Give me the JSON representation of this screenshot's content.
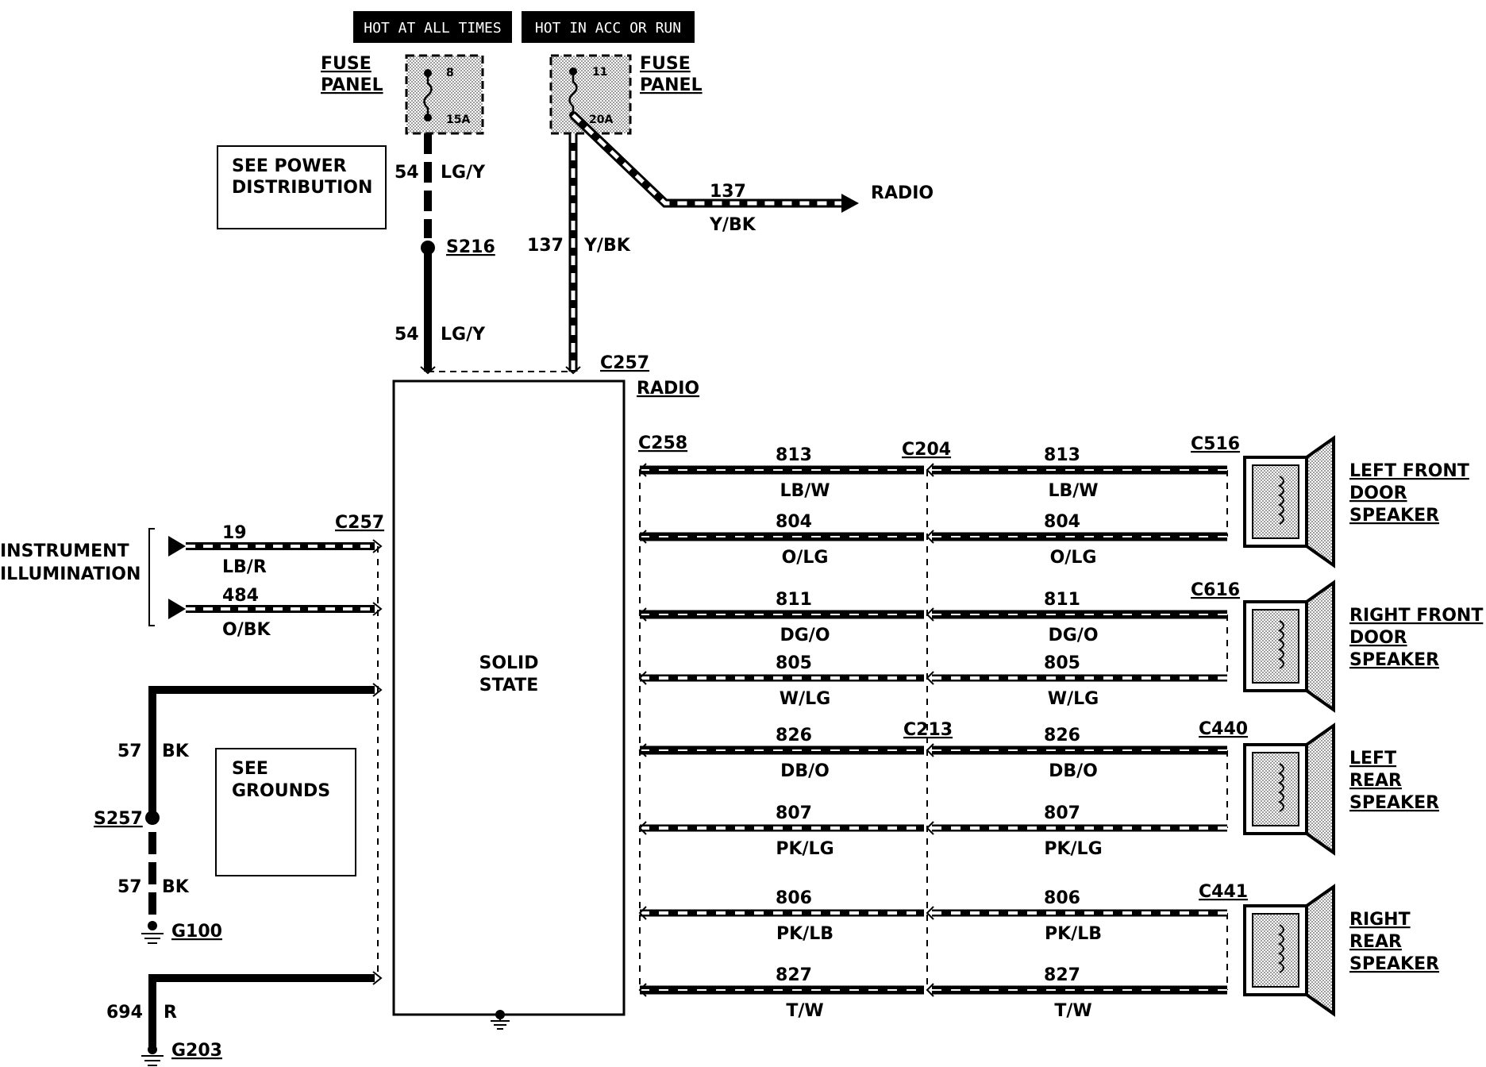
{
  "headers": {
    "hot_at_all_times": "HOT AT ALL TIMES",
    "hot_in_acc_or_run": "HOT IN ACC OR RUN"
  },
  "fuse_panel_left": {
    "line1": "FUSE",
    "line2": "PANEL",
    "fuse_number": "8",
    "rating": "15A"
  },
  "fuse_panel_right": {
    "line1": "FUSE",
    "line2": "PANEL",
    "fuse_number": "11",
    "rating": "20A"
  },
  "see_power": {
    "line1": "SEE POWER",
    "line2": "DISTRIBUTION"
  },
  "see_grounds": {
    "line1": "SEE",
    "line2": "GROUNDS"
  },
  "power_wires": {
    "w54_top": {
      "circuit": "54",
      "color": "LG/Y"
    },
    "splice_s216": "S216",
    "w54_bottom": {
      "circuit": "54",
      "color": "LG/Y"
    },
    "w137_down": {
      "circuit": "137",
      "color": "Y/BK"
    },
    "w137_branch": {
      "circuit": "137",
      "color": "Y/BK",
      "dest": "RADIO"
    }
  },
  "radio": {
    "connector": "C257",
    "name": "RADIO",
    "body_line1": "SOLID",
    "body_line2": "STATE"
  },
  "illumination": {
    "label_line1": "INSTRUMENT",
    "label_line2": "ILLUMINATION",
    "connector": "C257",
    "wires": [
      {
        "circuit": "19",
        "color": "LB/R"
      },
      {
        "circuit": "484",
        "color": "O/BK"
      }
    ]
  },
  "grounds": {
    "w57_top": {
      "circuit": "57",
      "color": "BK"
    },
    "splice_s257": "S257",
    "w57_bottom": {
      "circuit": "57",
      "color": "BK"
    },
    "g100": "G100",
    "w694": {
      "circuit": "694",
      "color": "R"
    },
    "g203": "G203"
  },
  "speaker_connectors": {
    "radio_side": "C258",
    "mid_front": "C204",
    "mid_rear": "C213",
    "left_front": "C516",
    "right_front": "C616",
    "left_rear": "C440",
    "right_rear": "C441"
  },
  "speaker_wires": [
    {
      "circuit": "813",
      "color": "LB/W"
    },
    {
      "circuit": "804",
      "color": "O/LG"
    },
    {
      "circuit": "811",
      "color": "DG/O"
    },
    {
      "circuit": "805",
      "color": "W/LG"
    },
    {
      "circuit": "826",
      "color": "DB/O"
    },
    {
      "circuit": "807",
      "color": "PK/LG"
    },
    {
      "circuit": "806",
      "color": "PK/LB"
    },
    {
      "circuit": "827",
      "color": "T/W"
    }
  ],
  "speakers": [
    {
      "line1": "LEFT FRONT",
      "line2": "DOOR",
      "line3": "SPEAKER"
    },
    {
      "line1": "RIGHT FRONT",
      "line2": "DOOR",
      "line3": "SPEAKER"
    },
    {
      "line1": "LEFT",
      "line2": "REAR",
      "line3": "SPEAKER"
    },
    {
      "line1": "RIGHT",
      "line2": "REAR",
      "line3": "SPEAKER"
    }
  ]
}
